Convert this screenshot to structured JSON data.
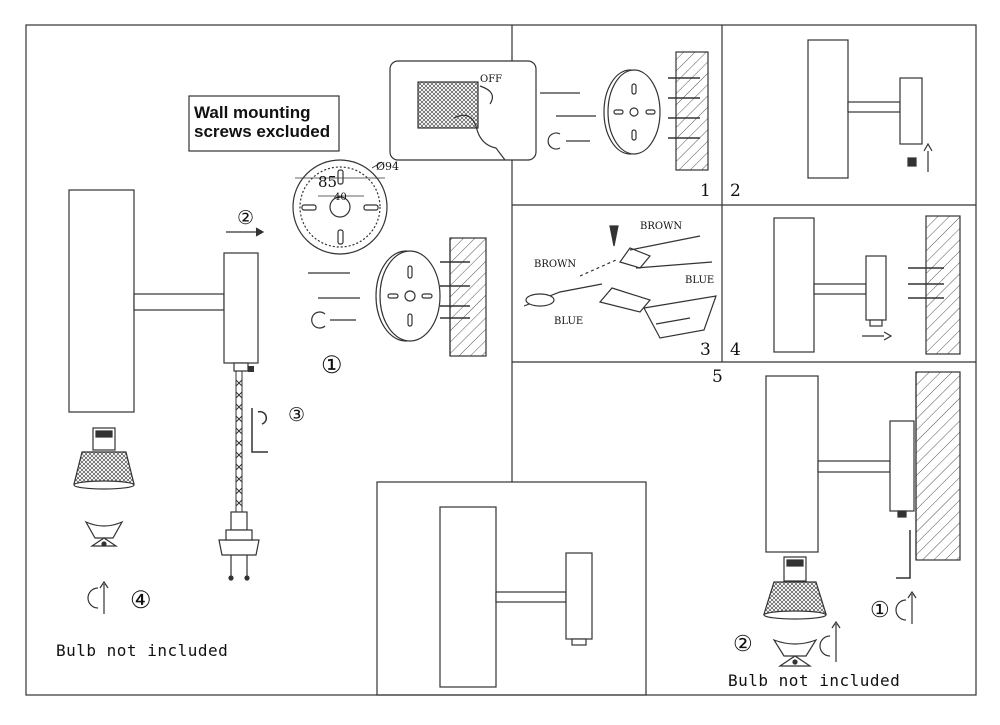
{
  "notice": {
    "line1": "Wall  mounting",
    "line2": "screws  excluded"
  },
  "bulb_note_left": "Bulb not included",
  "bulb_note_right": "Bulb not included",
  "dimensions": {
    "outer": "Ø94",
    "inner": "85",
    "center": "40"
  },
  "switch_label": "OFF",
  "wire_labels": {
    "brown_1": "BROWN",
    "brown_2": "BROWN",
    "blue_1": "BLUE",
    "blue_2": "BLUE"
  },
  "panel_numbers": {
    "p1": "1",
    "p2": "2",
    "p3": "3",
    "p4": "4",
    "p5": "5"
  },
  "step_markers": {
    "s1": "①",
    "s2": "②",
    "s3": "③",
    "s4": "④",
    "r1": "①",
    "r2": "②"
  }
}
